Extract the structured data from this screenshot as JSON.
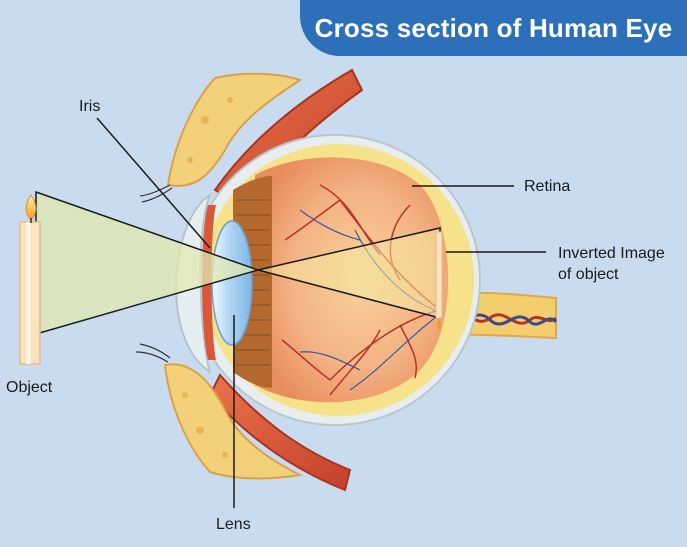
{
  "title": "Cross section of Human Eye",
  "labels": {
    "iris": "Iris",
    "retina": "Retina",
    "inverted_image_line1": "Inverted Image",
    "inverted_image_line2": "of object",
    "object": "Object",
    "lens": "Lens"
  },
  "colors": {
    "background": "#c9dcef",
    "title_banner": "#2d6fb9",
    "sclera_outer": "#f6f3da",
    "eyeball_inner": "#f4b48a",
    "retina_yellow": "#f6e28a",
    "light_cone": "#dfe8b0",
    "muscle": "#d9583a",
    "fat_bone": "#f3d07a",
    "vessel": "#b8322a",
    "nerve": "#f2cf6c"
  }
}
